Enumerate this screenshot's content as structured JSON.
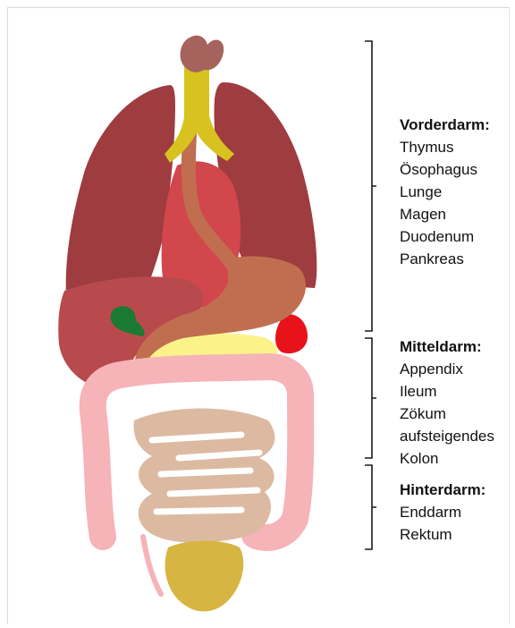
{
  "groups": [
    {
      "heading": "Vorderdarm:",
      "items": [
        "Thymus",
        "Ösophagus",
        "Lunge",
        "Magen",
        "Duodenum",
        "Pankreas"
      ]
    },
    {
      "heading": "Mitteldarm:",
      "items": [
        "Appendix",
        "Ileum",
        "Zökum",
        "aufsteigendes",
        "Kolon"
      ]
    },
    {
      "heading": "Hinterdarm:",
      "items": [
        "Enddarm",
        "Rektum"
      ]
    }
  ],
  "colors": {
    "lung": "#9e3c40",
    "heart": "#d1474c",
    "liver": "#b84a4d",
    "gallbladder": "#1b7a33",
    "esophagus_trachea": "#d8c21f",
    "thyroid": "#a6625d",
    "stomach": "#c06e4f",
    "pancreas": "#fbf38a",
    "spleen": "#e8121b",
    "colon": "#f6b3b8",
    "small_intestine": "#dcbaa1",
    "bladder": "#d6b542"
  }
}
